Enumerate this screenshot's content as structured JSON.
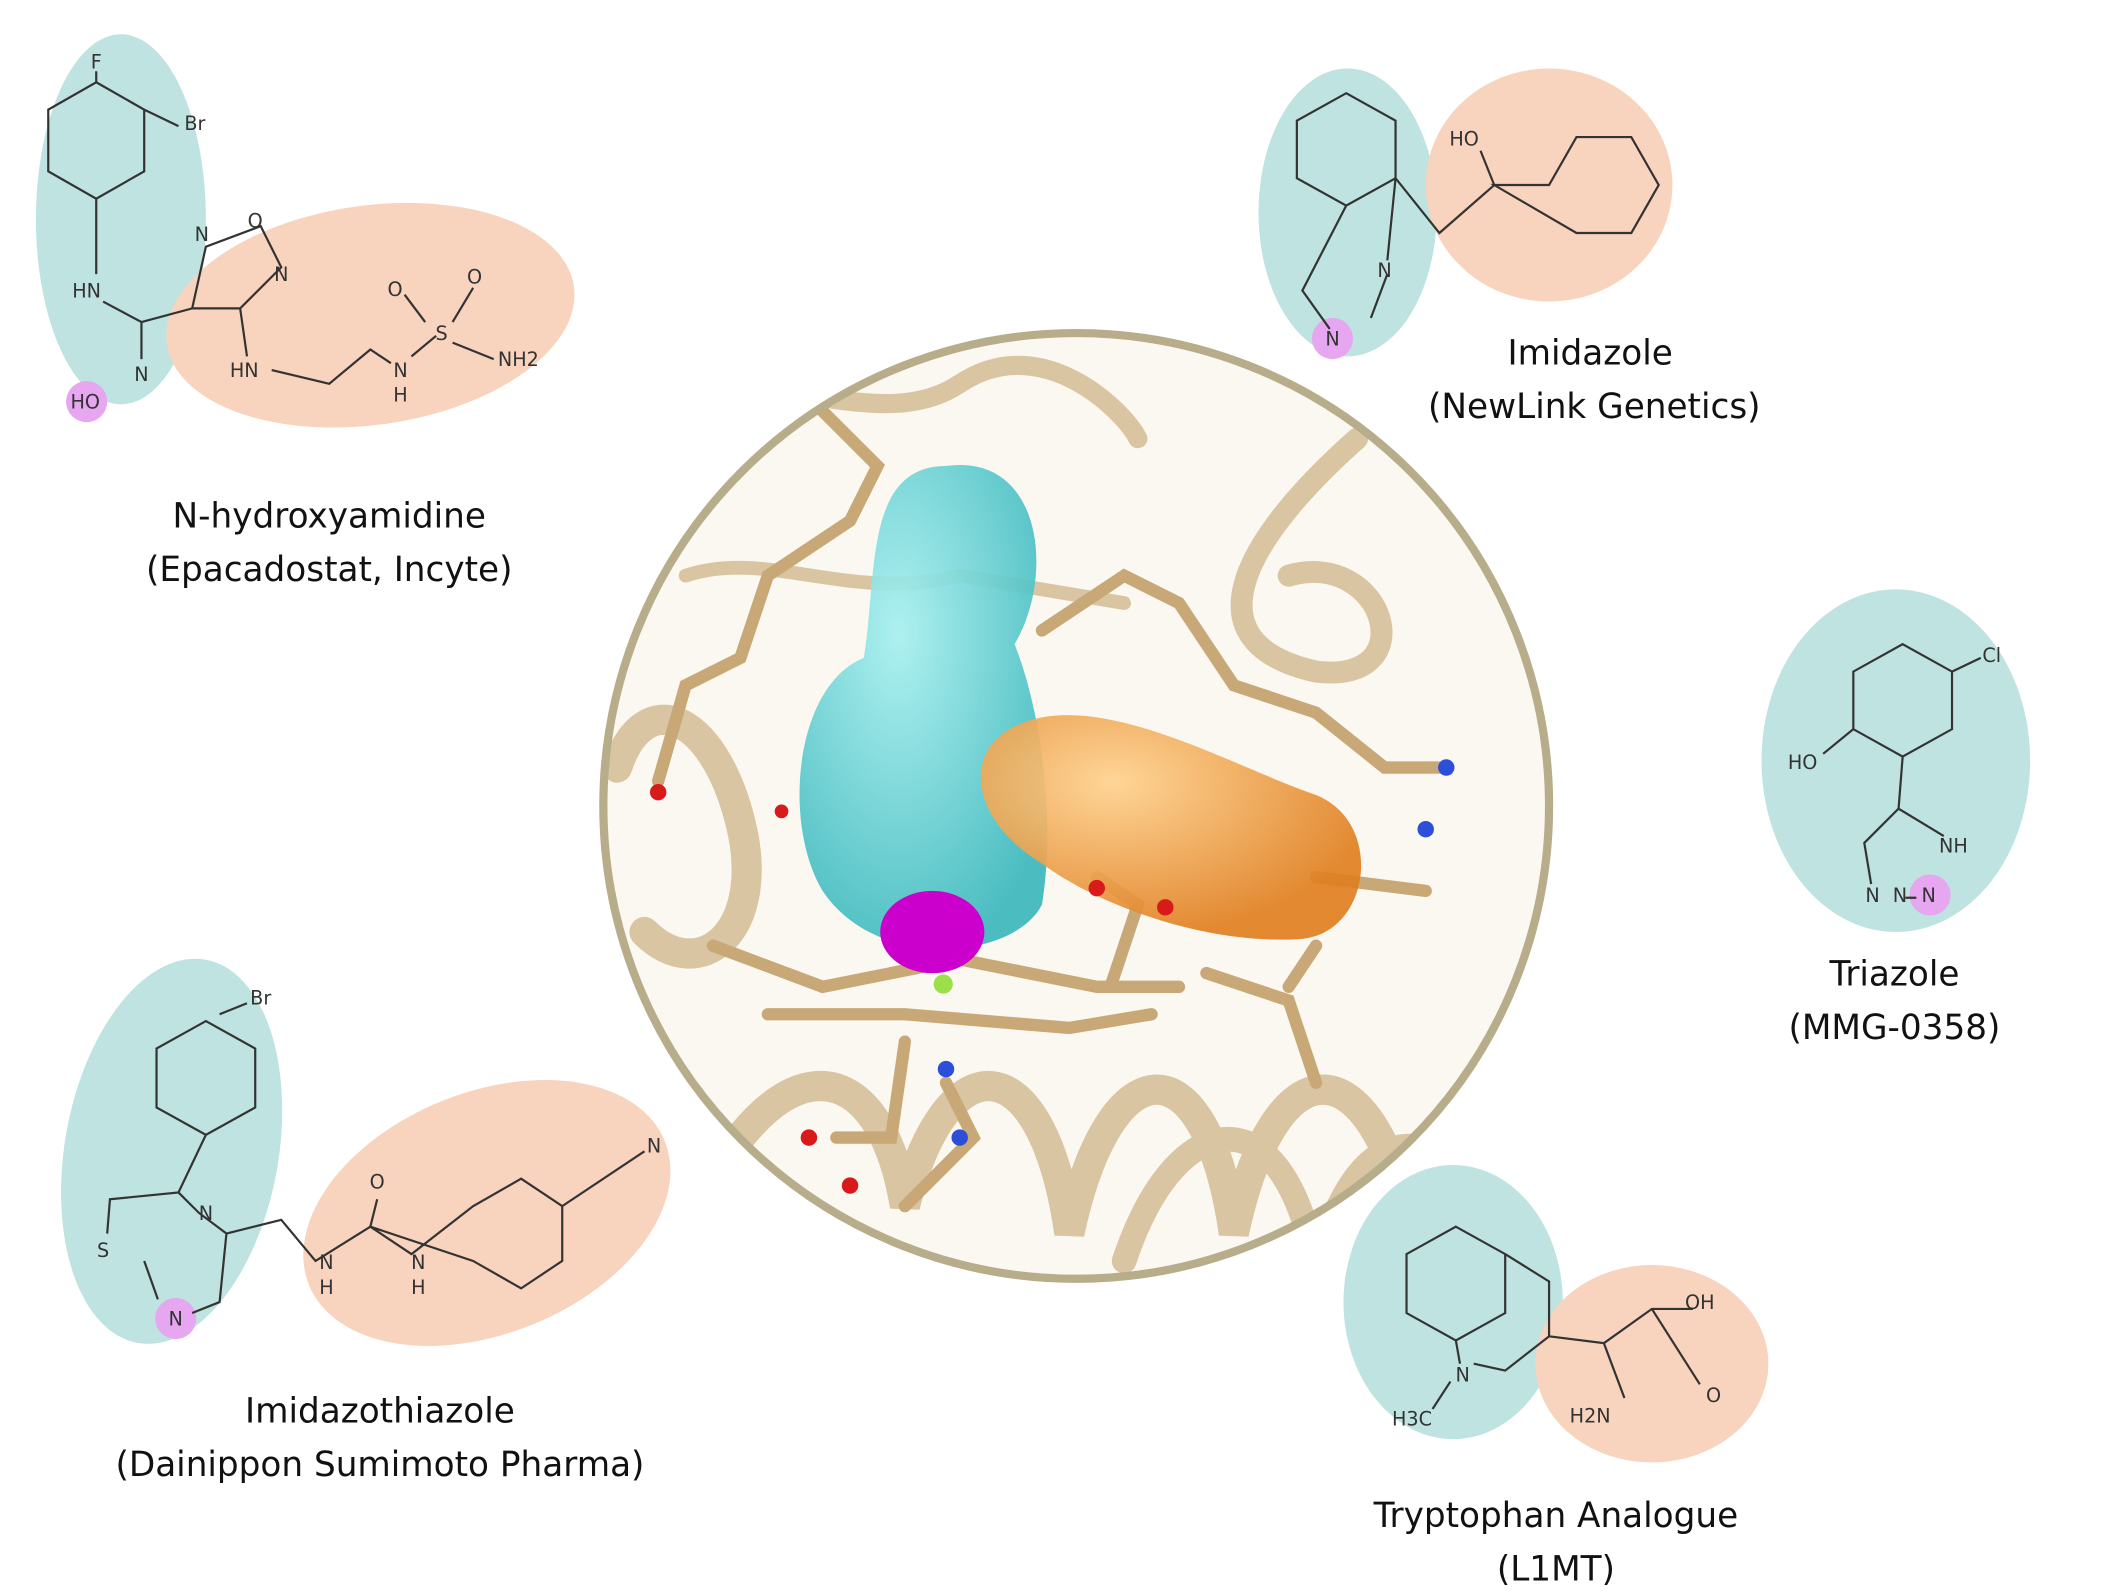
{
  "molecules": [
    {
      "name": "N-hydroxyamidine",
      "source": "(Epacadostat, Incyte)",
      "atoms": [
        "F",
        "Br",
        "N",
        "O",
        "N",
        "HN",
        "N",
        "HO",
        "HN",
        "O",
        "S",
        "O",
        "NH2",
        "N",
        "H"
      ]
    },
    {
      "name": "Imidazole",
      "source": "(NewLink Genetics)",
      "atoms": [
        "N",
        "N",
        "HO"
      ]
    },
    {
      "name": "Triazole",
      "source": "(MMG-0358)",
      "atoms": [
        "Cl",
        "HO",
        "NH",
        "N",
        "N",
        "N"
      ]
    },
    {
      "name": "Imidazothiazole",
      "source": "(Dainippon Sumimoto Pharma)",
      "atoms": [
        "Br",
        "S",
        "N",
        "N",
        "N",
        "H",
        "O",
        "N",
        "H",
        "N"
      ]
    },
    {
      "name": "Tryptophan Analogue",
      "source": "(L1MT)",
      "atoms": [
        "N",
        "H3C",
        "OH",
        "O",
        "H2N"
      ]
    }
  ],
  "colors": {
    "pocket_a": "#5fd3d3",
    "pocket_b": "#f5a04a",
    "heme_iron": "#cc00cc",
    "highlight_a": "#bfe3e0",
    "highlight_b": "#f8d3bd",
    "binding_atom": "#e6a6f0",
    "protein": "#d9c5a2"
  }
}
